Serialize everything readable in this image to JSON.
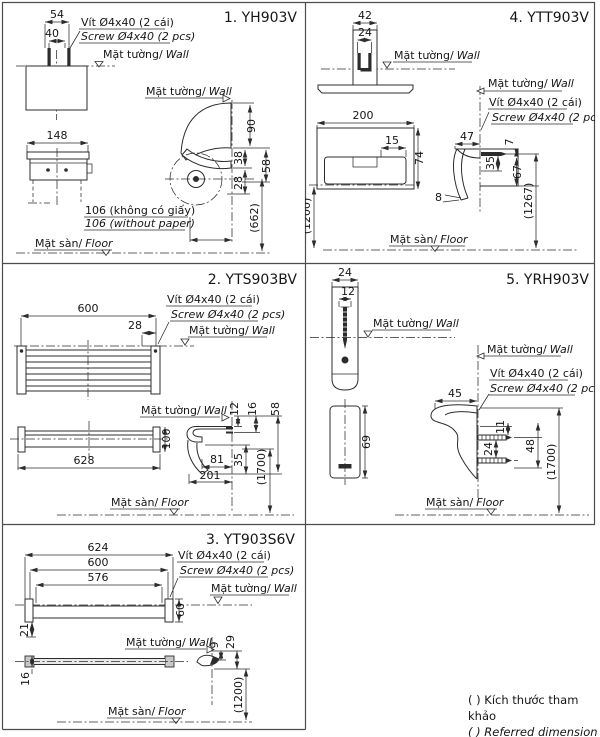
{
  "common": {
    "wall_vi": "Mặt tường/",
    "wall_en": "Wall",
    "floor_vi": "Mặt sàn/",
    "floor_en": "Floor",
    "screw_vi": "Vít Ø4x40 (2 cái)",
    "screw_en": "Screw Ø4x40 (2 pcs)"
  },
  "panel1": {
    "title": "1. YH903V",
    "dims": {
      "d54": "54",
      "d40": "40",
      "d148": "148",
      "d90": "90",
      "d38": "38",
      "d58": "58",
      "d28": "28",
      "d662": "(662)",
      "paper_vi": "106 (không có giấy)",
      "paper_en": "106 (without paper)"
    }
  },
  "panel2": {
    "title": "2. YTS903BV",
    "dims": {
      "d600": "600",
      "d28": "28",
      "d628": "628",
      "d100": "100",
      "d12": "12",
      "d16": "16",
      "d58": "58",
      "d81": "81",
      "d35": "35",
      "d201": "201",
      "d1700": "(1700)"
    }
  },
  "panel3": {
    "title": "3. YT903S6V",
    "dims": {
      "d624": "624",
      "d600": "600",
      "d576": "576",
      "d60": "60",
      "d21": "21",
      "d16": "16",
      "d9": "9",
      "d29": "29",
      "d1200": "(1200)"
    }
  },
  "panel4": {
    "title": "4. YTT903V",
    "dims": {
      "d42": "42",
      "d24": "24",
      "d200": "200",
      "d15": "15",
      "d74": "74",
      "d47": "47",
      "d7": "7",
      "d35": "35",
      "d67": "67",
      "d8": "8",
      "d1200": "(1200)",
      "d1267": "(1267)"
    }
  },
  "panel5": {
    "title": "5. YRH903V",
    "dims": {
      "d24": "24",
      "d12": "12",
      "d69": "69",
      "d45": "45",
      "d11": "11",
      "d48": "48",
      "d1700": "(1700)"
    }
  },
  "legend": {
    "vi": "( ) Kích thước tham khảo",
    "en": "( ) Referred dimension"
  }
}
